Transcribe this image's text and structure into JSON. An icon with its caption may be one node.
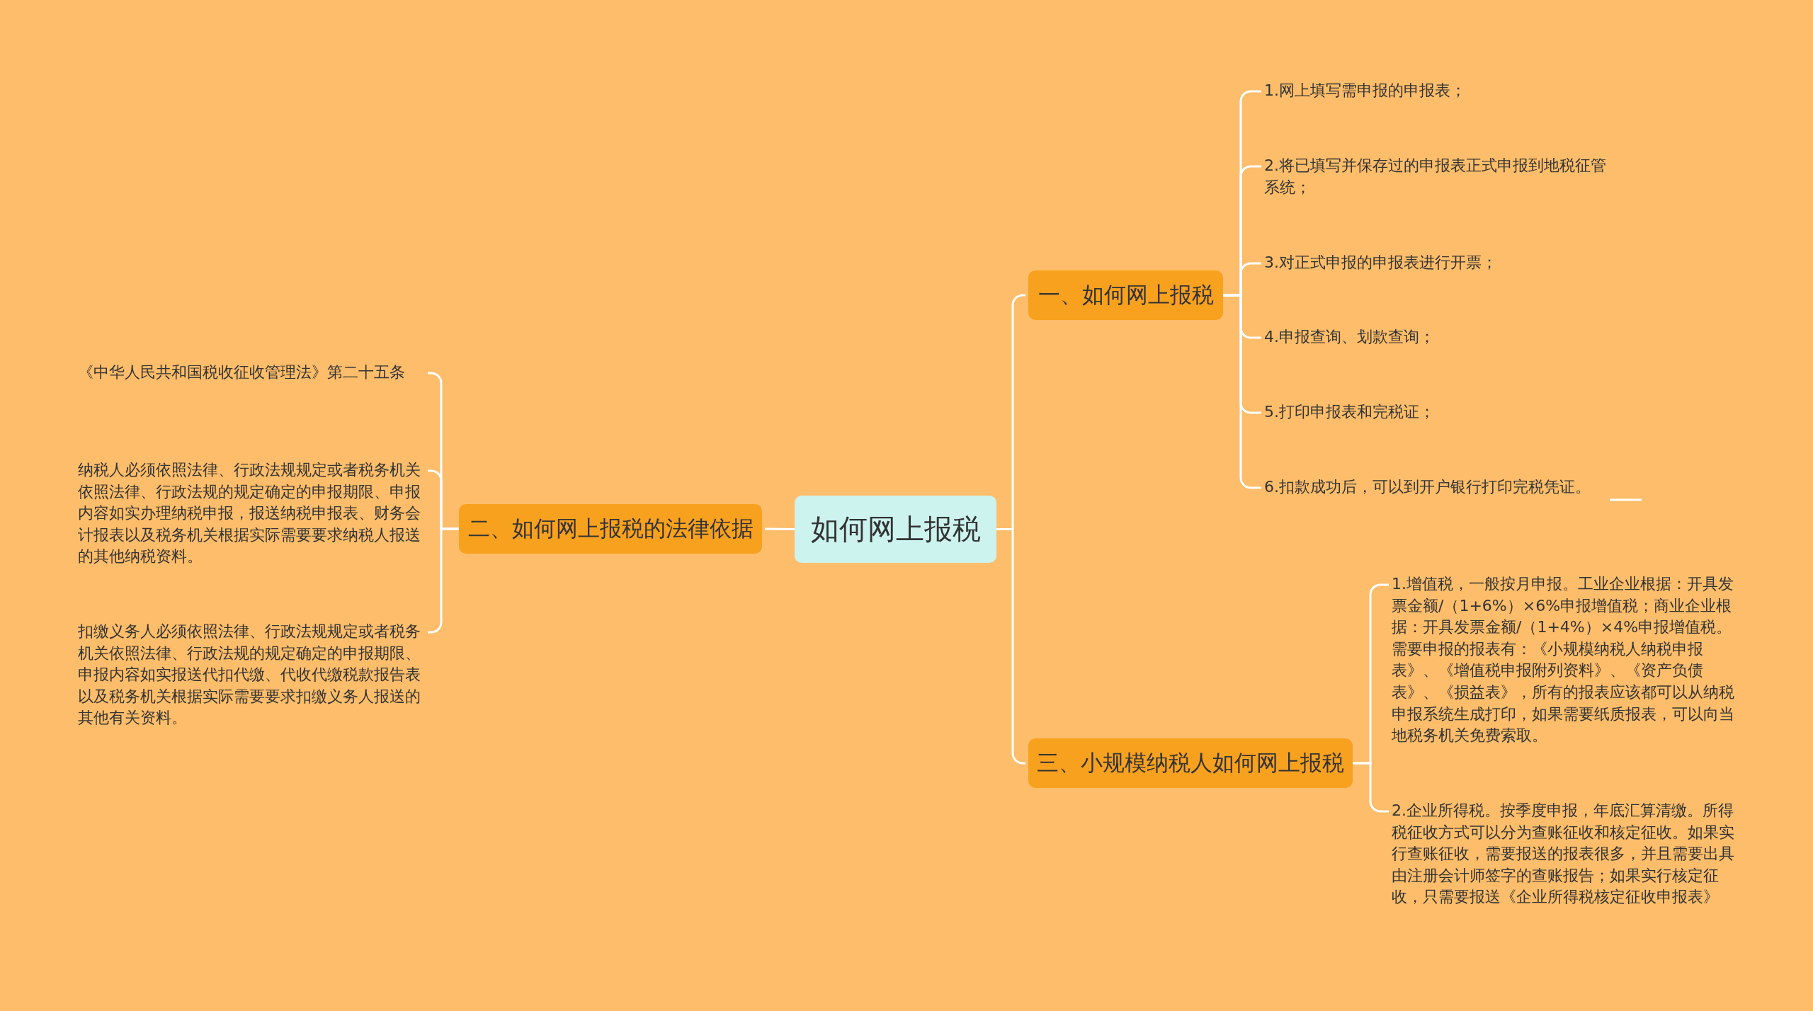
{
  "diagram": {
    "nodes": [
      {
        "text": [
          "如何网上报税"
        ]
      },
      {
        "text": [
          "一、如何网上报税"
        ]
      },
      {
        "text": [
          "1.网上填写需申报的申报表；"
        ]
      },
      {
        "text": [
          "2.将已填写并保存过的申报表正式申报到地税征管系统；"
        ]
      },
      {
        "text": [
          "3.对正式申报的申报表进行开票；"
        ]
      },
      {
        "text": [
          "4.申报查询、划款查询；"
        ]
      },
      {
        "text": [
          "5.打印申报表和完税证；"
        ]
      },
      {
        "text": [
          "6.扣款成功后，可以到开户银行打印完税凭证。"
        ]
      },
      {
        "text": [
          "二、如何网上报税的法律依据"
        ]
      },
      {
        "text": [
          "《中华人民共和国税收征收管理法》第二十五条"
        ]
      },
      {
        "text": [
          "纳税人必须依照法律、行政法规规定或者税务机关依照法律、行政法规的规定确定的申报期限、申报内容如实办理纳税申报，报送纳税申报表、财务会计报表以及税务机关根据实际需要要求纳税人报送的其他纳税资料。"
        ]
      },
      {
        "text": [
          "扣缴义务人必须依照法律、行政法规规定或者税务机关依照法律、行政法规的规定确定的申报期限、申报内容如实报送代扣代缴、代收代缴税款报告表以及税务机关根据实际需要要求扣缴义务人报送的其他有关资料。"
        ]
      },
      {
        "text": [
          "三、小规模纳税人如何网上报税"
        ]
      },
      {
        "text": [
          "1.增值税，一般按月申报。工业企业根据：开具发票金额/（1+6%）×6%申报增值税；商业企业根据：开具发票金额/（1+4%）×4%申报增值税。需要申报的报表有：《小规模纳税人纳税申报表》、《增值税申报附列资料》、《资产负债表》、《损益表》，所有的报表应该都可以从纳税申报系统生成打印，如果需要纸质报表，可以向当地税务机关免费索取。"
        ]
      },
      {
        "text": [
          "2.企业所得税。按季度申报，年底汇算清缴。所得税征收方式可以分为查账征收和核定征收。如果实行查账征收，需要报送的报表很多，并且需要出具由注册会计师签字的查账报告；如果实行核定征收，只需要报送《企业所得税核定征收申报表》"
        ]
      }
    ],
    "edges": [
      {
        "from": 0,
        "to": 1,
        "arrow": "none"
      },
      {
        "from": 1,
        "to": 2,
        "arrow": "none"
      },
      {
        "from": 1,
        "to": 3,
        "arrow": "none"
      },
      {
        "from": 1,
        "to": 4,
        "arrow": "none"
      },
      {
        "from": 1,
        "to": 5,
        "arrow": "none"
      },
      {
        "from": 1,
        "to": 6,
        "arrow": "none"
      },
      {
        "from": 1,
        "to": 7,
        "arrow": "none"
      },
      {
        "from": 0,
        "to": 8,
        "arrow": "none"
      },
      {
        "from": 8,
        "to": 9,
        "arrow": "none"
      },
      {
        "from": 8,
        "to": 10,
        "arrow": "none"
      },
      {
        "from": 8,
        "to": 11,
        "arrow": "none"
      },
      {
        "from": 0,
        "to": 12,
        "arrow": "none"
      },
      {
        "from": 12,
        "to": 13,
        "arrow": "none"
      },
      {
        "from": 12,
        "to": 14,
        "arrow": "none"
      }
    ]
  }
}
